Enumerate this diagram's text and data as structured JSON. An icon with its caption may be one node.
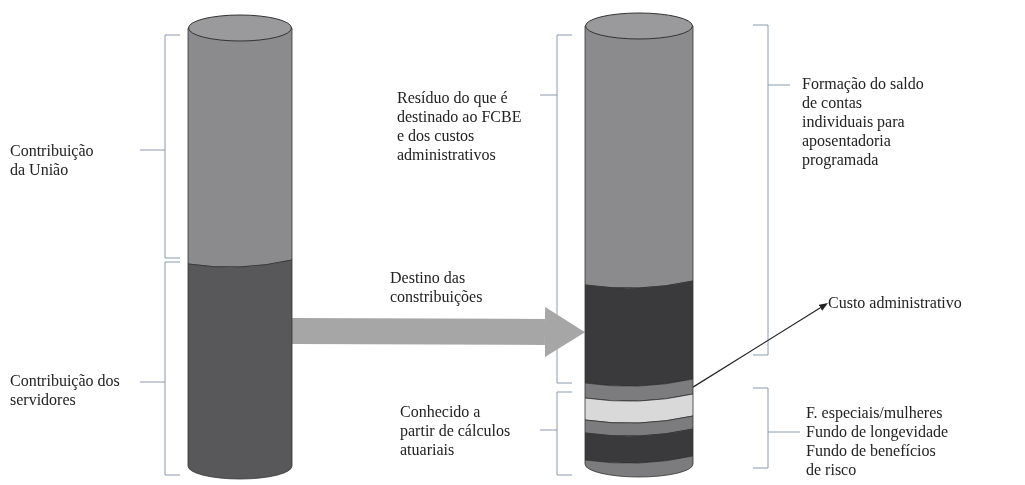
{
  "diagram": {
    "nodes": [
      {
        "text": [],
        "shape": "cylinder"
      },
      {
        "text": [],
        "shape": "cylinder"
      },
      {
        "text": [
          "Custo administrativo"
        ]
      }
    ],
    "edges": [
      {
        "from": 0,
        "to": 1,
        "arrow": "to",
        "label": "Destino das constribuições",
        "style": "thick",
        "color": "#a6a6a6"
      },
      {
        "from": 1,
        "to": 2,
        "arrow": "to",
        "color": "#222222"
      }
    ],
    "labels": [
      "Resíduo do que é destinado ao FCBE e dos custos administrativos",
      "Formação do saldo de contas individuais para aposentadoria programada",
      "Contribuição da União",
      "Contribuição dos servidores",
      "Conhecido a partir de cálculos atuariais",
      "F. especiais/mulheres",
      "Fundo de longevidade",
      "Fundo de benefícios de risco"
    ]
  }
}
